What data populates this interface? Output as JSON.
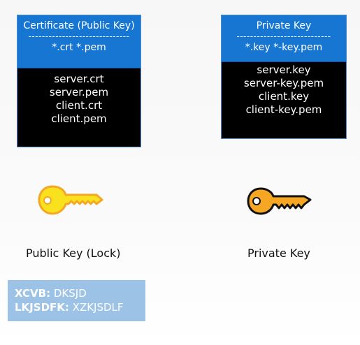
{
  "public_card": {
    "title": "Certificate (Public Key)",
    "separator": "------------------------------",
    "extensions": "*.crt  *.pem",
    "files": [
      "server.crt",
      "server.pem",
      "client.crt",
      "client.pem"
    ]
  },
  "private_card": {
    "title": "Private Key",
    "separator": "----------------------------",
    "extensions": "*.key  *-key.pem",
    "files": [
      "server.key",
      "server-key.pem",
      "client.key",
      "client-key.pem"
    ]
  },
  "captions": {
    "public": "Public Key (Lock)",
    "private": "Private Key"
  },
  "note": {
    "row1_key": "XCVB:",
    "row1_value": "DKSJD",
    "row2_key": "LKJSDFK:",
    "row2_value": "XZKJSDLF"
  },
  "colors": {
    "card_header": "#1676d2",
    "card_body": "#000000",
    "public_key_fill": "#f9e21d",
    "public_key_outline": "#f5a623",
    "private_key_fill": "#f5a623",
    "private_key_outline": "#111111",
    "note_background": "#9cc3e6"
  },
  "icons": {
    "public": "key-icon",
    "private": "key-icon"
  }
}
